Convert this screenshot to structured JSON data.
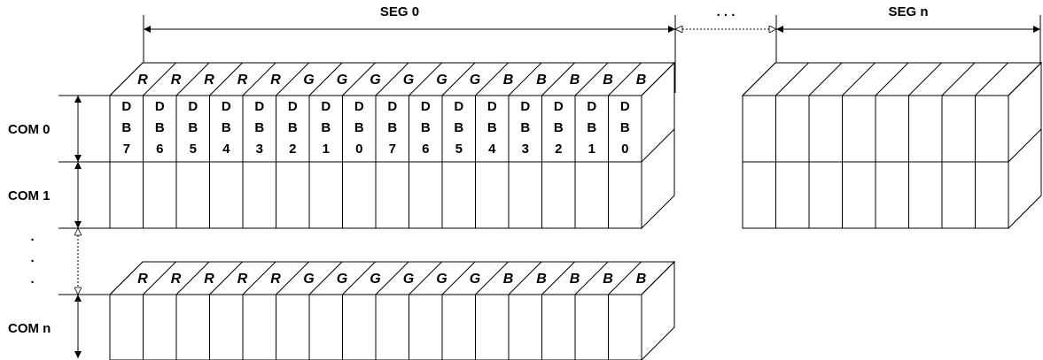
{
  "segments": {
    "seg0": "SEG 0",
    "segn": "SEG n",
    "ellipsis": ". . ."
  },
  "commons": {
    "com0": "COM 0",
    "com1": "COM 1",
    "comn": "COM n",
    "dots": [
      "·",
      "·",
      "·"
    ]
  },
  "top_letters": [
    "R",
    "R",
    "R",
    "R",
    "R",
    "G",
    "G",
    "G",
    "G",
    "G",
    "G",
    "B",
    "B",
    "B",
    "B",
    "B"
  ],
  "data_bits": [
    [
      "D",
      "B",
      "7"
    ],
    [
      "D",
      "B",
      "6"
    ],
    [
      "D",
      "B",
      "5"
    ],
    [
      "D",
      "B",
      "4"
    ],
    [
      "D",
      "B",
      "3"
    ],
    [
      "D",
      "B",
      "2"
    ],
    [
      "D",
      "B",
      "1"
    ],
    [
      "D",
      "B",
      "0"
    ],
    [
      "D",
      "B",
      "7"
    ],
    [
      "D",
      "B",
      "6"
    ],
    [
      "D",
      "B",
      "5"
    ],
    [
      "D",
      "B",
      "4"
    ],
    [
      "D",
      "B",
      "3"
    ],
    [
      "D",
      "B",
      "2"
    ],
    [
      "D",
      "B",
      "1"
    ],
    [
      "D",
      "B",
      "0"
    ]
  ]
}
